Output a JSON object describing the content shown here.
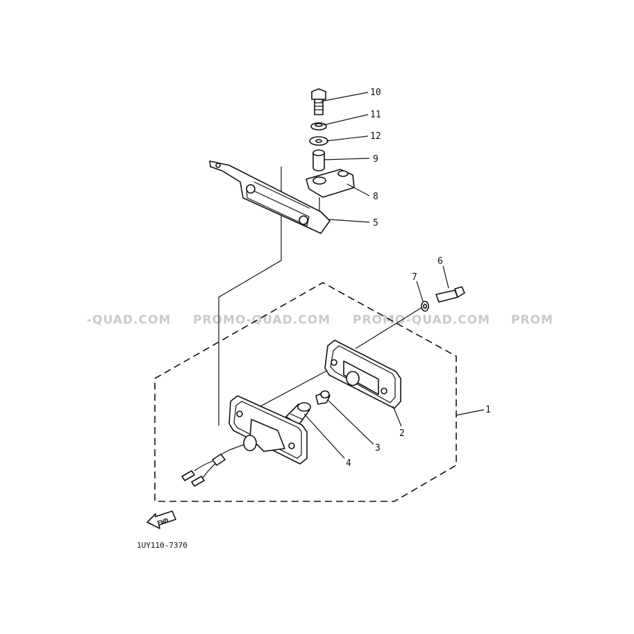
{
  "watermarks": [
    "-QUAD.COM",
    "PROMO-QUAD.COM",
    "PROMO-QUAD.COM",
    "PROM"
  ],
  "callouts": [
    "10",
    "11",
    "12",
    "9",
    "8",
    "5",
    "6",
    "7",
    "1",
    "2",
    "3",
    "4"
  ],
  "arrow_label": "FWD",
  "diagram_code": "1UY110-7370",
  "colors": {
    "ink": "#111111",
    "watermark": "#c9c9c9",
    "background": "#ffffff"
  }
}
